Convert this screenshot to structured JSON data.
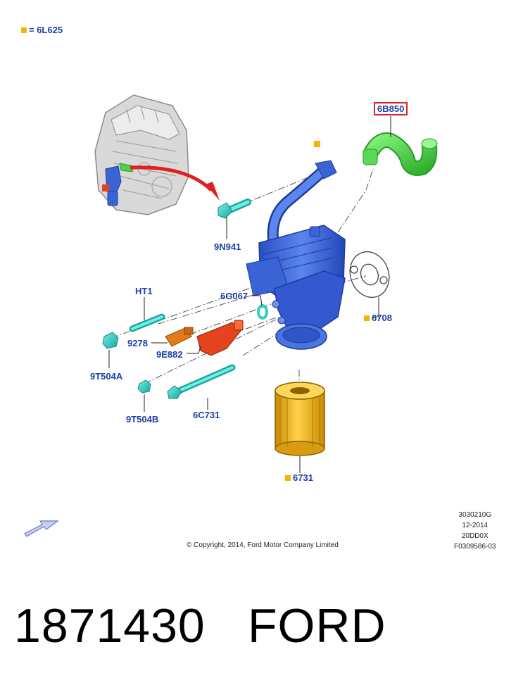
{
  "legend": {
    "label": "= 6L625",
    "color": "#f5b400"
  },
  "callouts": {
    "hose": "6B850",
    "bolt_top": "9N941",
    "ht1": "HT1",
    "o_ring": "6G067",
    "gasket": "6708",
    "sensor": "9278",
    "adapter": "9E882",
    "nut_a": "9T504A",
    "nut_b": "9T504B",
    "long_bolt": "6C731",
    "filter": "6731"
  },
  "meta": {
    "line1": "3030210G",
    "line2": "12-2014",
    "line3": "20DD0X",
    "line4": "F0309586-03"
  },
  "copyright": "© Copyright, 2014, Ford Motor Company Limited",
  "footer": {
    "part_number": "1871430",
    "brand": "FORD"
  },
  "colors": {
    "callout_text": "#1b3fa6",
    "highlight_box": "#e0202a",
    "assembly_blue": "#3a63d6",
    "hose_green": "#4ed24a",
    "filter_yellow": "#f2b51a",
    "fastener_teal": "#2fcfc5",
    "sensor_orange": "#e07a1a",
    "adapter_red": "#e5431e",
    "arrow_red": "#e02020"
  }
}
